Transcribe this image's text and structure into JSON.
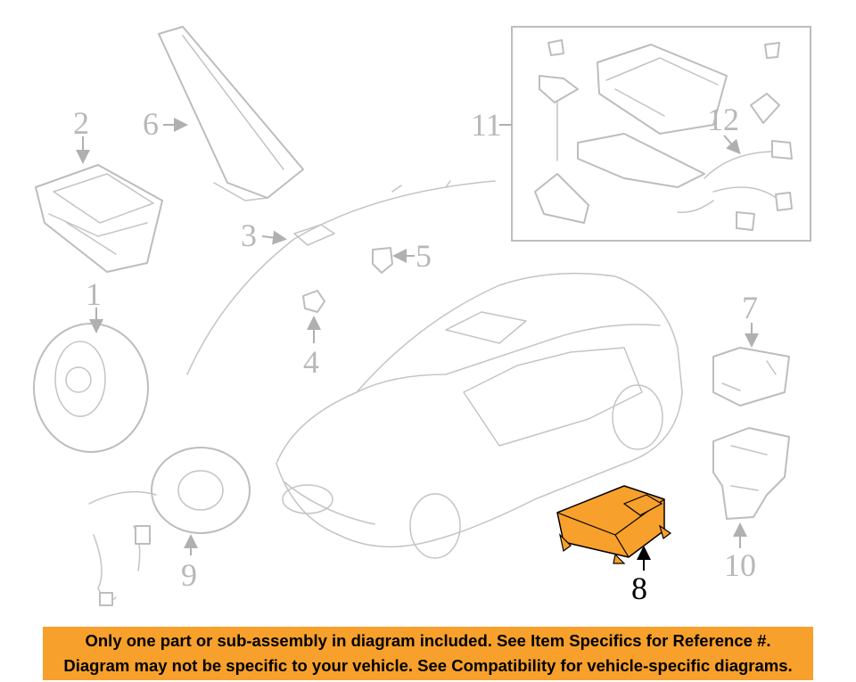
{
  "callouts": {
    "c1": "1",
    "c2": "2",
    "c3": "3",
    "c4": "4",
    "c5": "5",
    "c6": "6",
    "c7": "7",
    "c8": "8",
    "c9": "9",
    "c10": "10",
    "c11": "11",
    "c12": "12"
  },
  "highlight_part": "8",
  "colors": {
    "highlight_fill": "#f7a02b",
    "line_art": "#bdbdbd",
    "banner_bg": "#f7a02b"
  },
  "banner": {
    "line1": "Only one part or sub-assembly in diagram included. See Item Specifics for Reference #.",
    "line2": "Diagram may not be specific to your vehicle. See Compatibility for vehicle-specific diagrams."
  }
}
